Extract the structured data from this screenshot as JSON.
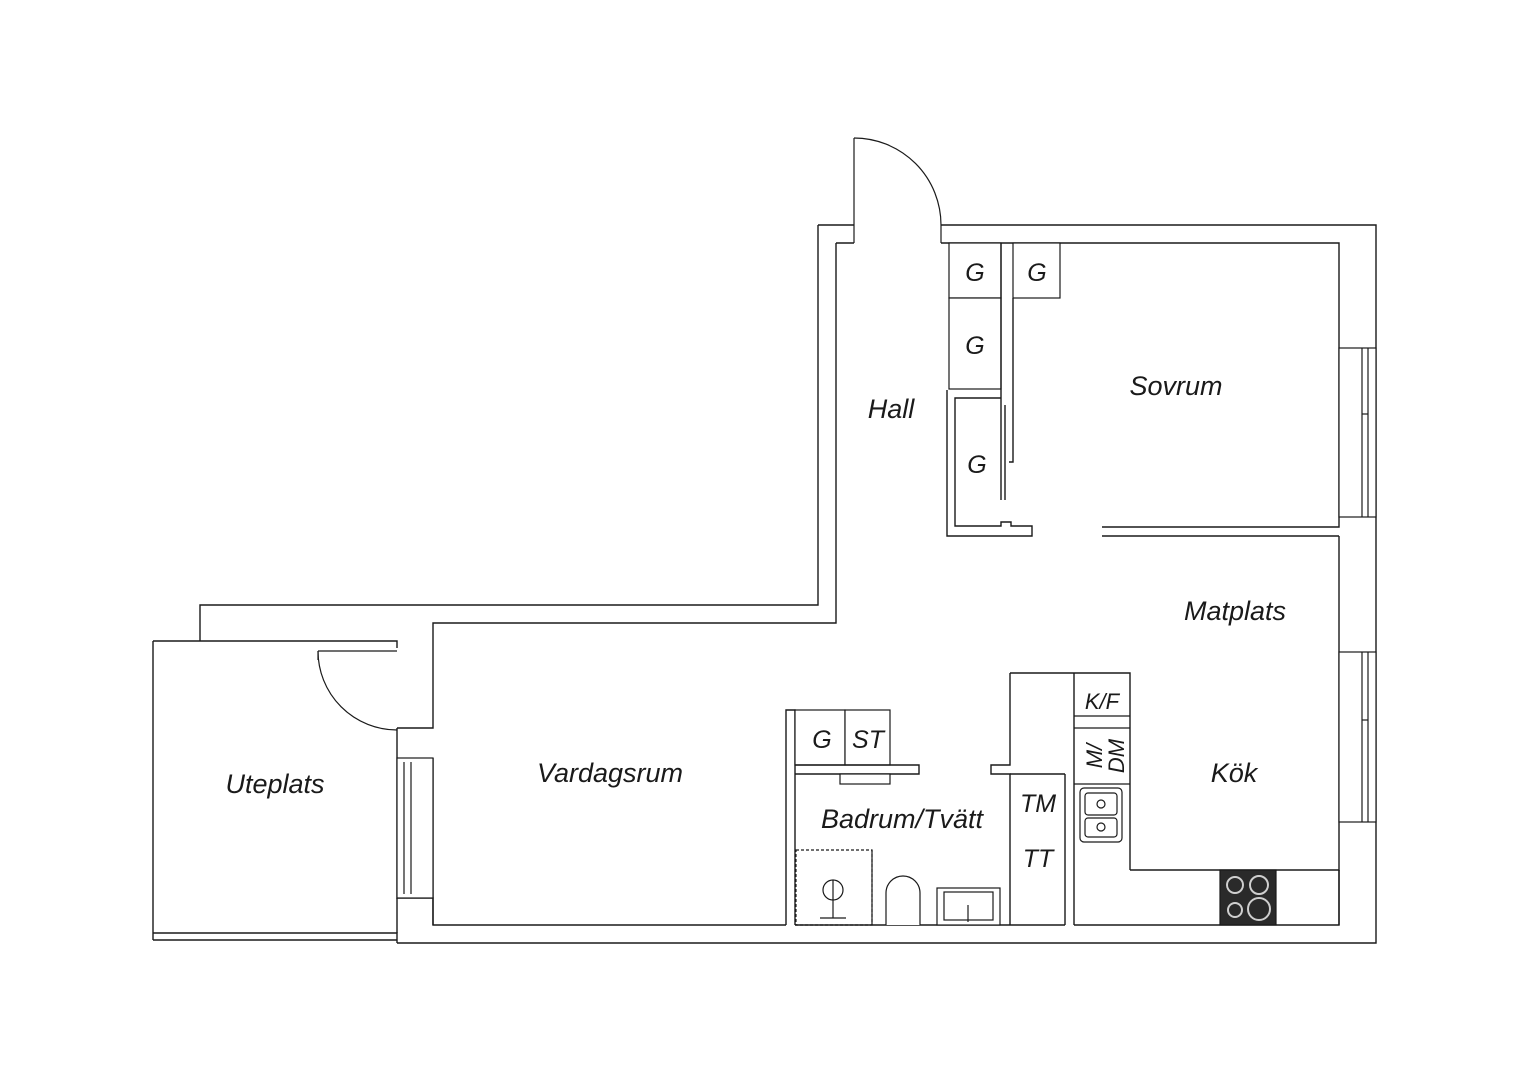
{
  "rooms": {
    "hall": "Hall",
    "sovrum": "Sovrum",
    "matplats": "Matplats",
    "kok": "Kök",
    "vardagsrum": "Vardagsrum",
    "uteplats": "Uteplats",
    "badrum": "Badrum/Tvätt"
  },
  "fixtures": {
    "wardrobe": "G",
    "storage": "ST",
    "fridge_freezer": "K/F",
    "microwave": "M/",
    "dishwasher": "DM",
    "washer": "TM",
    "dryer": "TT"
  }
}
